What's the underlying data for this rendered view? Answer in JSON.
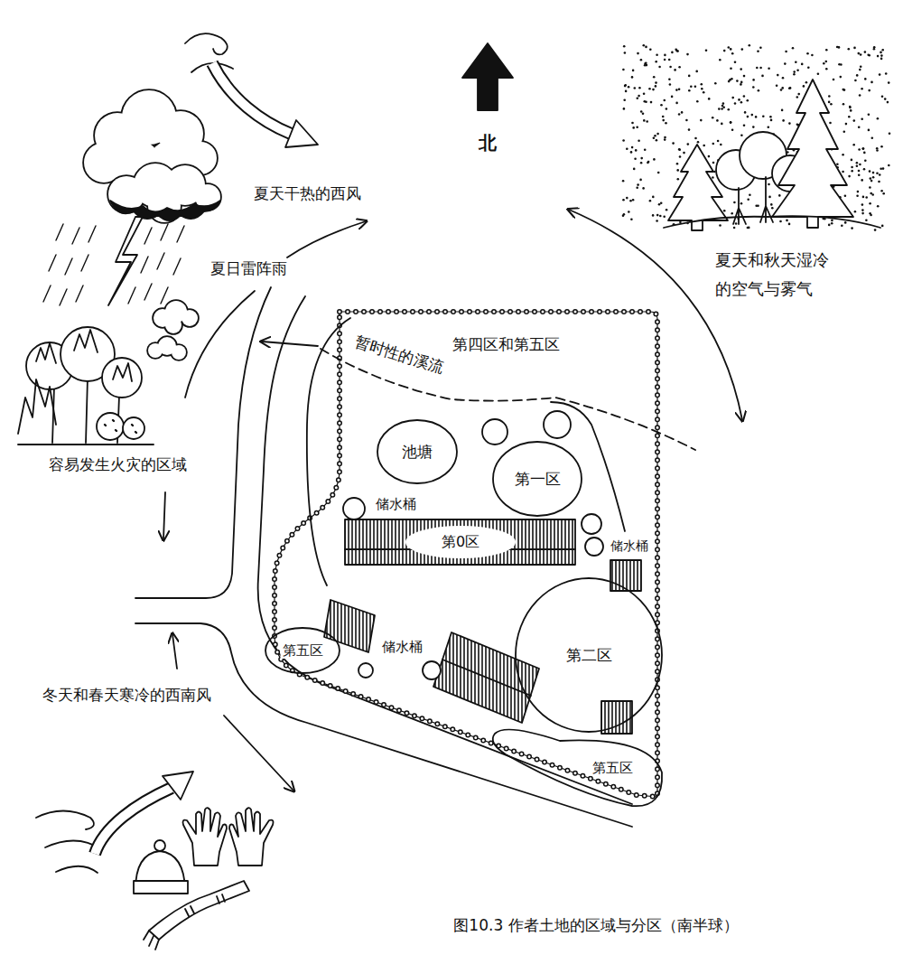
{
  "diagram": {
    "caption": "图10.3 作者土地的区域与分区（南半球）",
    "nodes": [
      {
        "text": [
          "池塘"
        ]
      },
      {
        "text": [
          "第一区"
        ]
      },
      {
        "text": [
          "第0区"
        ]
      },
      {
        "text": [
          "第五区"
        ]
      },
      {
        "text": [
          "第二区"
        ]
      },
      {
        "text": [
          "第五区"
        ]
      }
    ],
    "labels": [
      "北",
      "夏天干热的西风",
      "夏日雷阵雨",
      "夏天和秋天湿冷的空气与雾气",
      "容易发生火灾的区域",
      "暂时性的溪流",
      "第四区和第五区",
      "储水桶",
      "储水桶",
      "冬天和春天寒冷的西南风",
      "储水桶"
    ]
  }
}
